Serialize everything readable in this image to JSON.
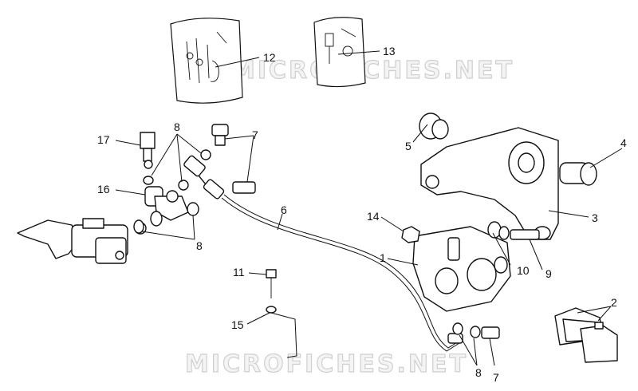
{
  "watermarks": [
    "MICROFICHES.NET",
    "MICROFICHES.NET"
  ],
  "callouts": {
    "c12": "12",
    "c13": "13",
    "c17": "17",
    "c8a": "8",
    "c7a": "7",
    "c16": "16",
    "c8b": "8",
    "c6": "6",
    "c5": "5",
    "c4": "4",
    "c3": "3",
    "c14": "14",
    "c1": "1",
    "c10": "10",
    "c9": "9",
    "c11": "11",
    "c15": "15",
    "c2": "2",
    "c8c": "8",
    "c7b": "7"
  }
}
